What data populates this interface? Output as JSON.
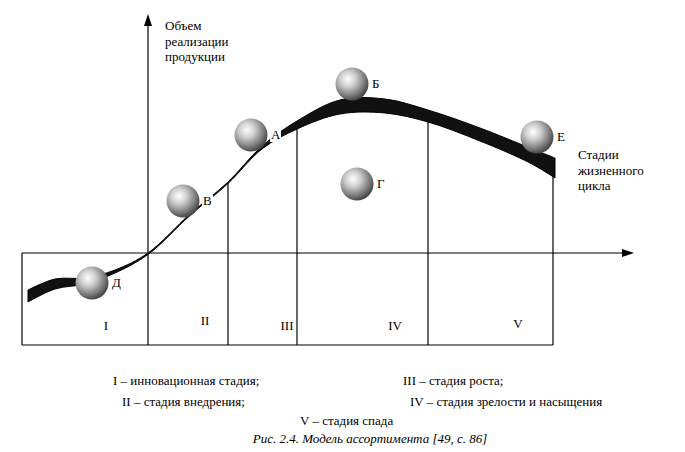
{
  "diagram": {
    "caption": "Рис. 2.4. Модель ассортимента [49, с. 86]",
    "nodes": [
      {
        "text": [
          "Д"
        ]
      },
      {
        "text": [
          "В"
        ]
      },
      {
        "text": [
          "А"
        ]
      },
      {
        "text": [
          "Б"
        ]
      },
      {
        "text": [
          "Г"
        ]
      },
      {
        "text": [
          "Е"
        ]
      }
    ],
    "labels": [
      "Объем реализации продукции",
      "Стадии жизненного цикла",
      "I",
      "II",
      "III",
      "IV",
      "V",
      "I – инновационная стадия;",
      "III – стадия роста;",
      "II – стадия внедрения;",
      "IV – стадия зрелости и насыщения",
      "V – стадия спада"
    ]
  }
}
